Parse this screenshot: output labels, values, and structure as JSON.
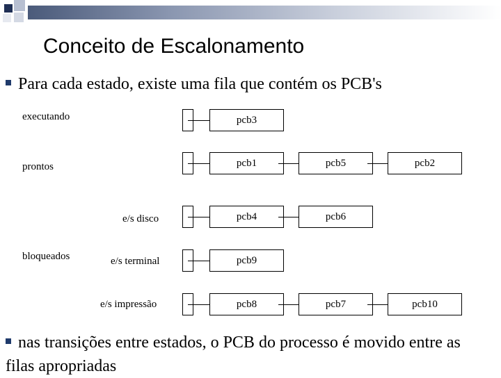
{
  "slide": {
    "title": "Conceito de Escalonamento",
    "bullet1": "Para cada estado, existe uma fila que contém os PCB's",
    "bullet2": "nas transições entre estados, o PCB do processo é movido entre as filas apropriadas"
  },
  "diagram": {
    "queues": [
      {
        "state_label": "executando",
        "sub_label": "",
        "pcbs": [
          "pcb3"
        ]
      },
      {
        "state_label": "prontos",
        "sub_label": "",
        "pcbs": [
          "pcb1",
          "pcb5",
          "pcb2"
        ]
      },
      {
        "state_label": "",
        "sub_label": "e/s disco",
        "pcbs": [
          "pcb4",
          "pcb6"
        ]
      },
      {
        "state_label": "bloqueados",
        "sub_label": "e/s terminal",
        "pcbs": [
          "pcb9"
        ]
      },
      {
        "state_label": "",
        "sub_label": "e/s impressão",
        "pcbs": [
          "pcb8",
          "pcb7",
          "pcb10"
        ]
      }
    ]
  },
  "colors": {
    "bullet": "#1f3a6b",
    "band_dark": "#4a5a7a"
  }
}
